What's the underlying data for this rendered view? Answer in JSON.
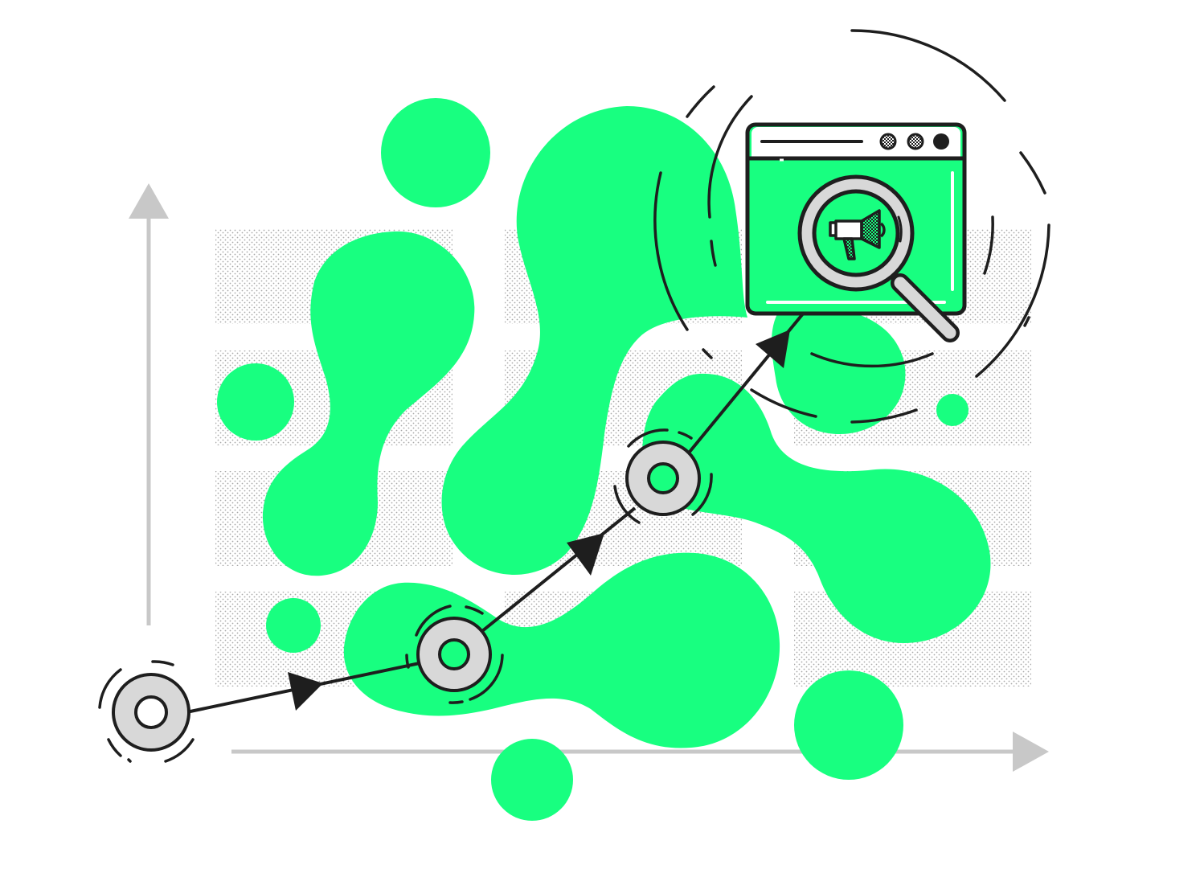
{
  "illustration": {
    "subject": "growth-path-to-marketing-search",
    "palette": {
      "accent": "#18FF80",
      "ink": "#1E1E1E",
      "axis": "#C8C8C8",
      "node_fill": "#D8D8D8",
      "dot_pattern": "#9A9A9A",
      "background": "#FFFFFF"
    },
    "icons": [
      "browser-window-icon",
      "magnifier-icon",
      "megaphone-icon"
    ],
    "path_nodes": 4,
    "path_arrows": 4
  }
}
